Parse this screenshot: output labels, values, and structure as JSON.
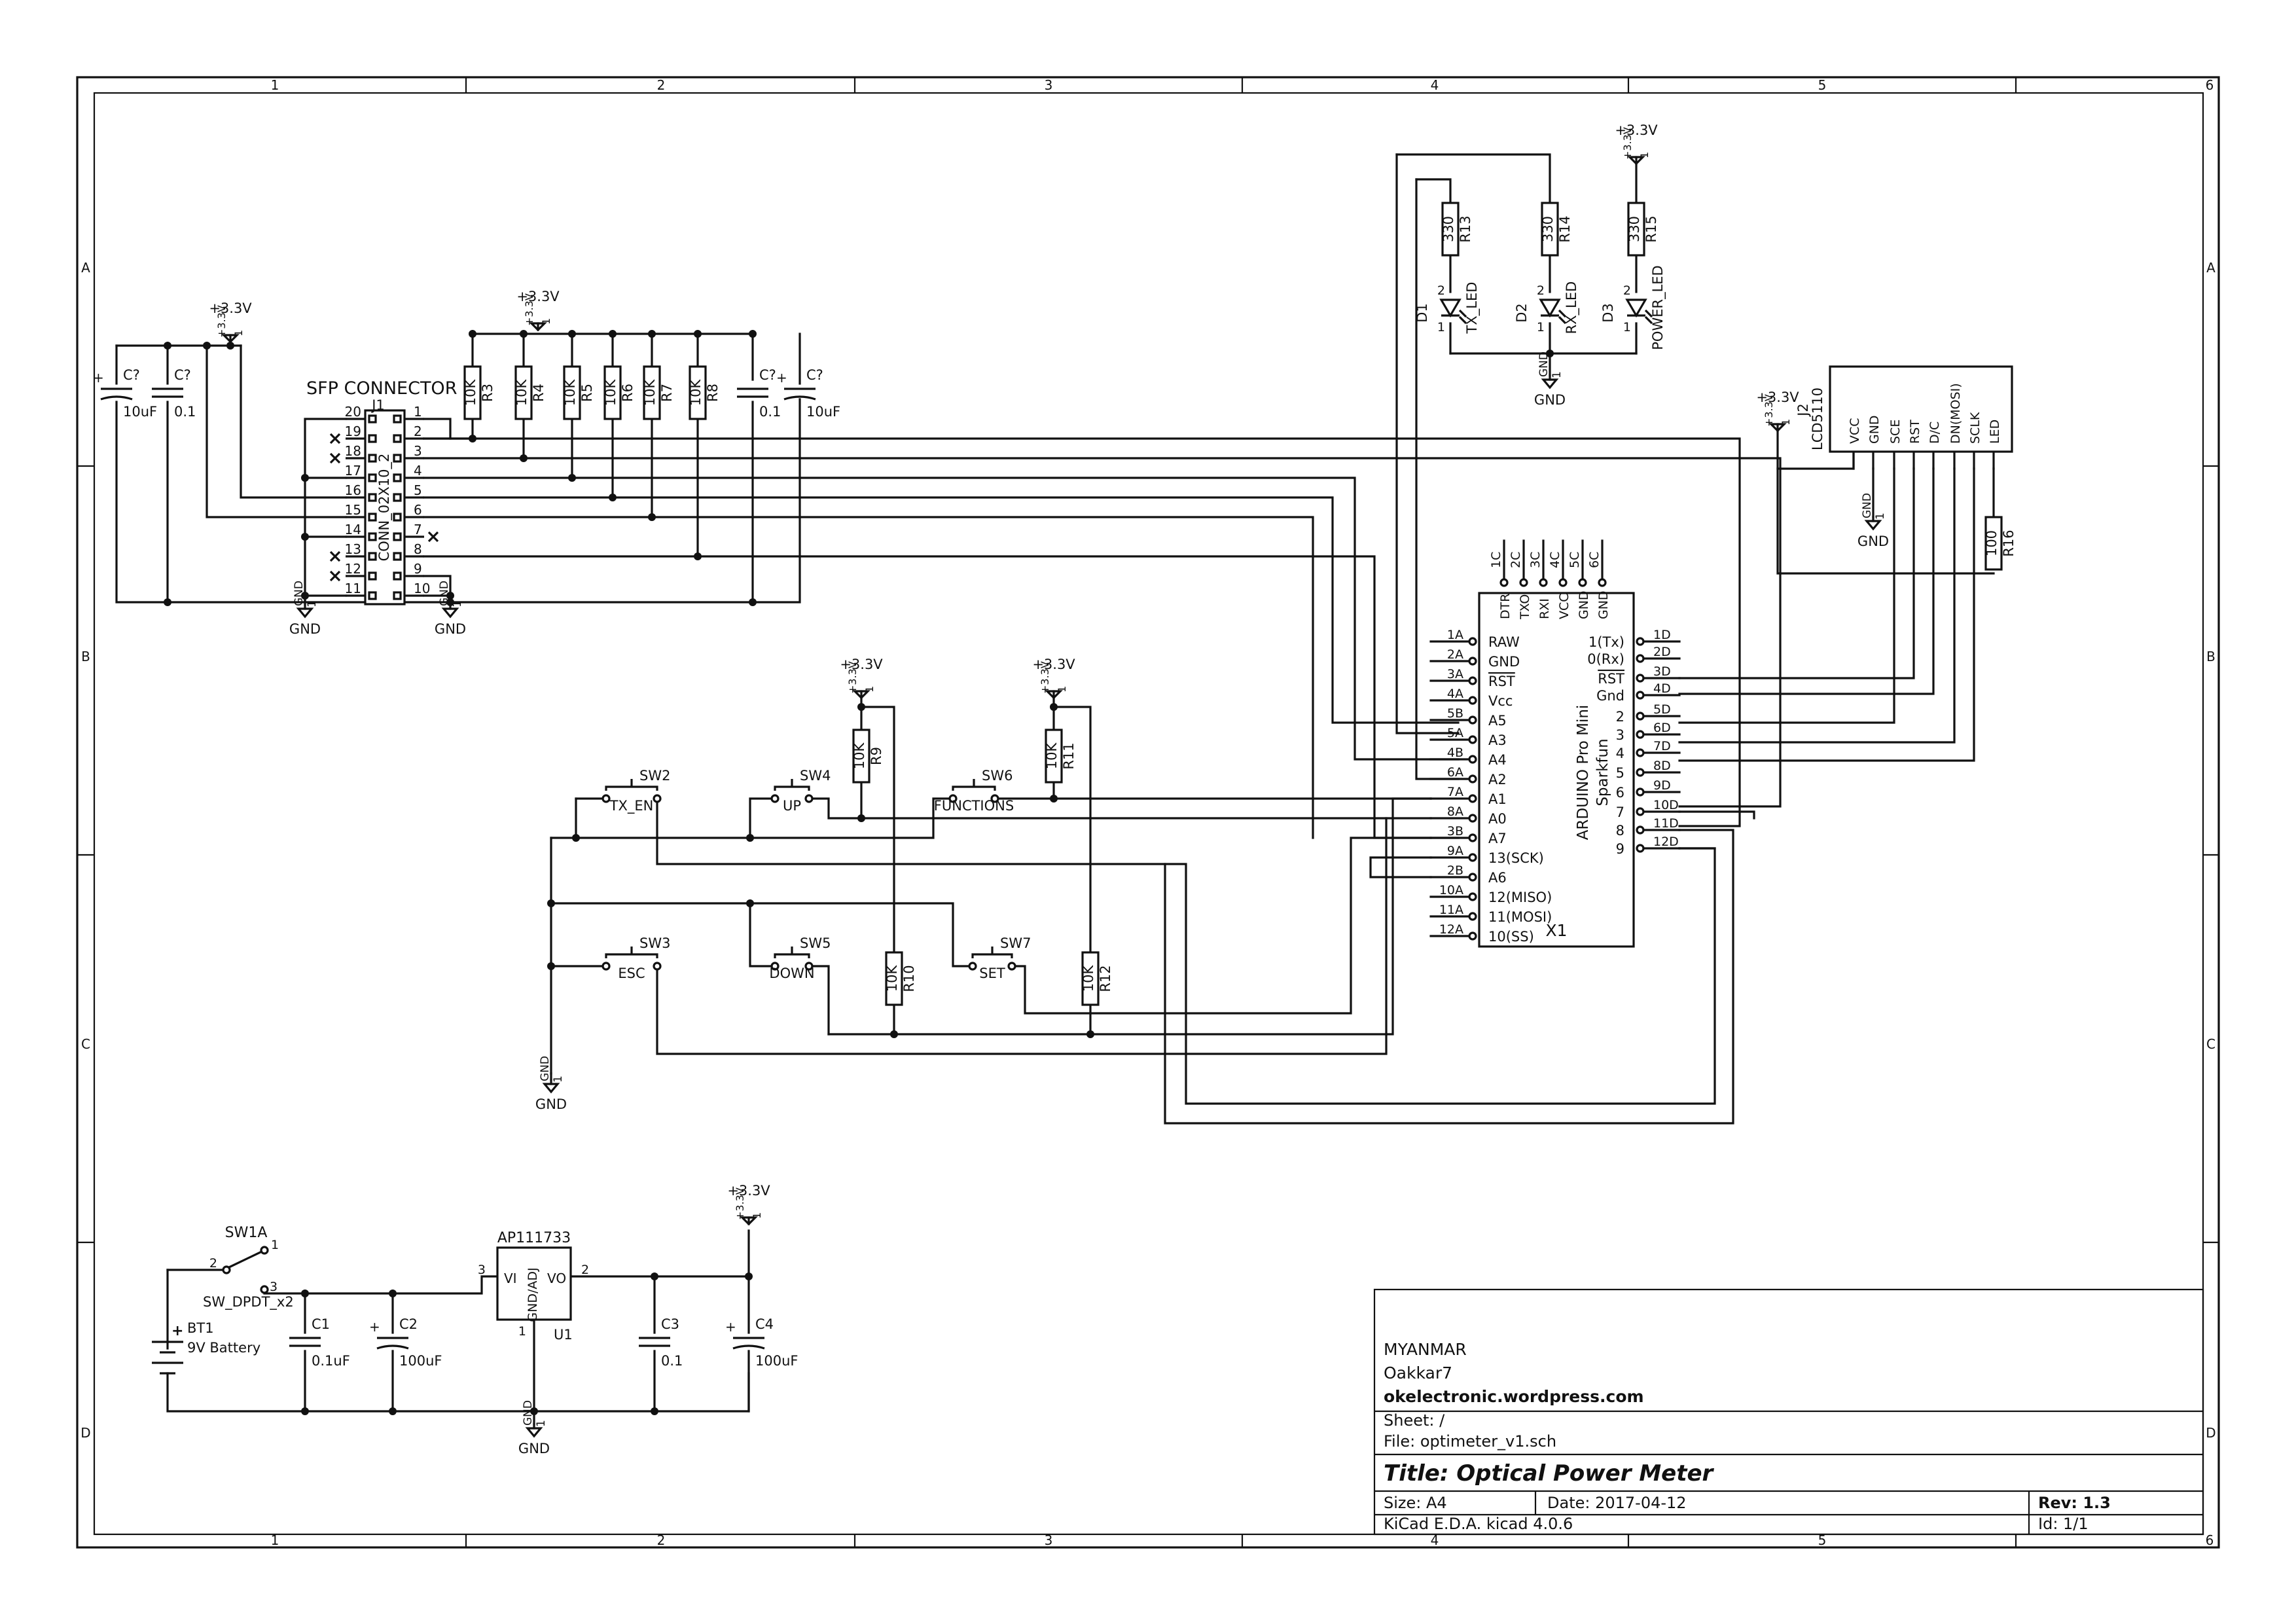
{
  "sheet": {
    "col_labels": [
      "1",
      "2",
      "3",
      "4",
      "5",
      "6"
    ],
    "row_labels": [
      "A",
      "B",
      "C",
      "D"
    ]
  },
  "title_block": {
    "org": "MYANMAR",
    "author": "Oakkar7",
    "url": "okelectronic.wordpress.com",
    "sheet": "Sheet: /",
    "file": "File: optimeter_v1.sch",
    "title": "Title: Optical Power Meter",
    "size": "Size: A4",
    "date": "Date: 2017-04-12",
    "rev": "Rev: 1.3",
    "tool": "KiCad E.D.A.  kicad 4.0.6",
    "id": "Id: 1/1"
  },
  "net_labels": {
    "vcc": "+3.3V",
    "gnd": "GND",
    "one": "1"
  },
  "sfp": {
    "title": "SFP CONNECTOR",
    "ref": "J1",
    "value": "CONN_02X10_2",
    "left_pins": [
      "20",
      "19",
      "18",
      "17",
      "16",
      "15",
      "14",
      "13",
      "12",
      "11"
    ],
    "right_pins": [
      "1",
      "2",
      "3",
      "4",
      "5",
      "6",
      "7",
      "8",
      "9",
      "10"
    ]
  },
  "pullups": [
    {
      "ref": "R3",
      "value": "10K"
    },
    {
      "ref": "R4",
      "value": "10K"
    },
    {
      "ref": "R5",
      "value": "10K"
    },
    {
      "ref": "R6",
      "value": "10K"
    },
    {
      "ref": "R7",
      "value": "10K"
    },
    {
      "ref": "R8",
      "value": "10K"
    }
  ],
  "caps_left": [
    {
      "ref": "C?",
      "value": "10uF"
    },
    {
      "ref": "C?",
      "value": "0.1"
    }
  ],
  "caps_right": [
    {
      "ref": "C?",
      "value": "0.1"
    },
    {
      "ref": "C?",
      "value": "10uF"
    }
  ],
  "leds": [
    {
      "res_ref": "R13",
      "res_value": "330",
      "ref": "D1",
      "name": "TX_LED"
    },
    {
      "res_ref": "R14",
      "res_value": "330",
      "ref": "D2",
      "name": "RX_LED"
    },
    {
      "res_ref": "R15",
      "res_value": "330",
      "ref": "D3",
      "name": "POWER_LED"
    }
  ],
  "pin_numbers": {
    "one": "1",
    "two": "2",
    "three": "3"
  },
  "lcd": {
    "name": "LCD5110",
    "ref": "J2",
    "pins": [
      "VCC",
      "GND",
      "SCE",
      "RST",
      "D/C",
      "DN(MOSI)",
      "SCLK",
      "LED"
    ],
    "led_res_ref": "R16",
    "led_res_value": "100"
  },
  "arduino": {
    "ref": "X1",
    "name_line1": "ARDUINO Pro Mini",
    "name_line2": "Sparkfun",
    "top_pins": [
      "DTR",
      "TXO",
      "RXI",
      "VCC",
      "GND",
      "GND"
    ],
    "top_labels": [
      "1C",
      "2C",
      "3C",
      "4C",
      "5C",
      "6C"
    ],
    "left_pins": [
      "RAW",
      "GND",
      "RST",
      "Vcc",
      "A5",
      "A3",
      "A4",
      "A2",
      "A1",
      "A0",
      "A7",
      "13(SCK)",
      "A6",
      "12(MISO)",
      "11(MOSI)",
      "10(SS)"
    ],
    "left_labels": [
      "1A",
      "2A",
      "3A",
      "4A",
      "5B",
      "5A",
      "4B",
      "6A",
      "7A",
      "8A",
      "3B",
      "9A",
      "2B",
      "10A",
      "11A",
      "12A"
    ],
    "right_pins": [
      "1(Tx)",
      "0(Rx)",
      "RST",
      "Gnd",
      "2",
      "3",
      "4",
      "5",
      "6",
      "7",
      "8",
      "9"
    ],
    "right_labels": [
      "1D",
      "2D",
      "3D",
      "4D",
      "5D",
      "6D",
      "7D",
      "8D",
      "9D",
      "10D",
      "11D",
      "12D"
    ]
  },
  "switches": [
    {
      "ref": "SW2",
      "name": "TX_EN"
    },
    {
      "ref": "SW4",
      "name": "UP"
    },
    {
      "ref": "SW6",
      "name": "FUNCTIONS"
    },
    {
      "ref": "SW3",
      "name": "ESC"
    },
    {
      "ref": "SW5",
      "name": "DOWN"
    },
    {
      "ref": "SW7",
      "name": "SET"
    }
  ],
  "sw_resistors": [
    {
      "ref": "R9",
      "value": "10K"
    },
    {
      "ref": "R11",
      "value": "10K"
    },
    {
      "ref": "R10",
      "value": "10K"
    },
    {
      "ref": "R12",
      "value": "10K"
    }
  ],
  "power": {
    "sw_ref": "SW1A",
    "sw_value": "SW_DPDT_x2",
    "bat_ref": "BT1",
    "bat_value": "9V Battery",
    "reg_name": "AP111733",
    "reg_ref": "U1",
    "reg_vi": "VI",
    "reg_vo": "VO",
    "reg_gnd": "GND/ADJ",
    "caps": [
      {
        "ref": "C1",
        "value": "0.1uF"
      },
      {
        "ref": "C2",
        "value": "100uF"
      },
      {
        "ref": "C3",
        "value": "0.1"
      },
      {
        "ref": "C4",
        "value": "100uF"
      }
    ]
  }
}
